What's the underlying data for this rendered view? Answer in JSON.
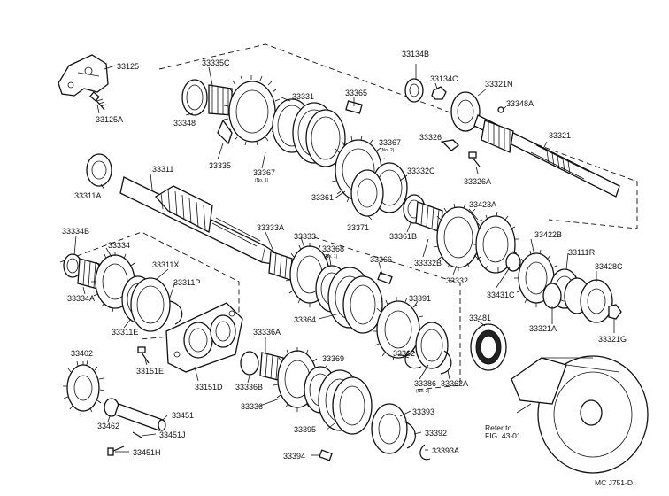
{
  "labels": [
    {
      "text": "33125"
    },
    {
      "text": "33125A"
    },
    {
      "text": "33335C"
    },
    {
      "text": "33348"
    },
    {
      "text": "33331"
    },
    {
      "text": "33365"
    },
    {
      "text": "33335"
    },
    {
      "text": "33367"
    },
    {
      "text": "33367"
    },
    {
      "text": "33134B"
    },
    {
      "text": "33134C"
    },
    {
      "text": "33321N"
    },
    {
      "text": "33348A"
    },
    {
      "text": "33326"
    },
    {
      "text": "33321"
    },
    {
      "text": "33326A"
    },
    {
      "text": "33332C"
    },
    {
      "text": "33361"
    },
    {
      "text": "33371"
    },
    {
      "text": "33361B"
    },
    {
      "text": "33423A"
    },
    {
      "text": "33311"
    },
    {
      "text": "33311A"
    },
    {
      "text": "33333A"
    },
    {
      "text": "33333"
    },
    {
      "text": "33368"
    },
    {
      "text": "33366"
    },
    {
      "text": "33332B"
    },
    {
      "text": "33332"
    },
    {
      "text": "33422B"
    },
    {
      "text": "33111R"
    },
    {
      "text": "33428C"
    },
    {
      "text": "33431C"
    },
    {
      "text": "33321A"
    },
    {
      "text": "33321G"
    },
    {
      "text": "33334B"
    },
    {
      "text": "33334"
    },
    {
      "text": "33311X"
    },
    {
      "text": "33311P"
    },
    {
      "text": "33334A"
    },
    {
      "text": "33311E"
    },
    {
      "text": "33364"
    },
    {
      "text": "33391"
    },
    {
      "text": "33481"
    },
    {
      "text": "33151E"
    },
    {
      "text": "33151D"
    },
    {
      "text": "33336A"
    },
    {
      "text": "33369"
    },
    {
      "text": "33362"
    },
    {
      "text": "33386"
    },
    {
      "text": "33362A"
    },
    {
      "text": "33402"
    },
    {
      "text": "33336B"
    },
    {
      "text": "33336"
    },
    {
      "text": "33462"
    },
    {
      "text": "33451"
    },
    {
      "text": "33451J"
    },
    {
      "text": "33451H"
    },
    {
      "text": "33393"
    },
    {
      "text": "33395"
    },
    {
      "text": "33392"
    },
    {
      "text": "33394"
    },
    {
      "text": "33393A"
    }
  ],
  "small_notes": [
    {
      "text": "(No. 1)"
    },
    {
      "text": "(No. 2)"
    },
    {
      "text": "(No. 1)"
    },
    {
      "text": "(No. 2)"
    }
  ],
  "refer_note": {
    "line1": "Refer to",
    "line2": "FIG. 43-01"
  },
  "catalog_code": "MC J751-D"
}
